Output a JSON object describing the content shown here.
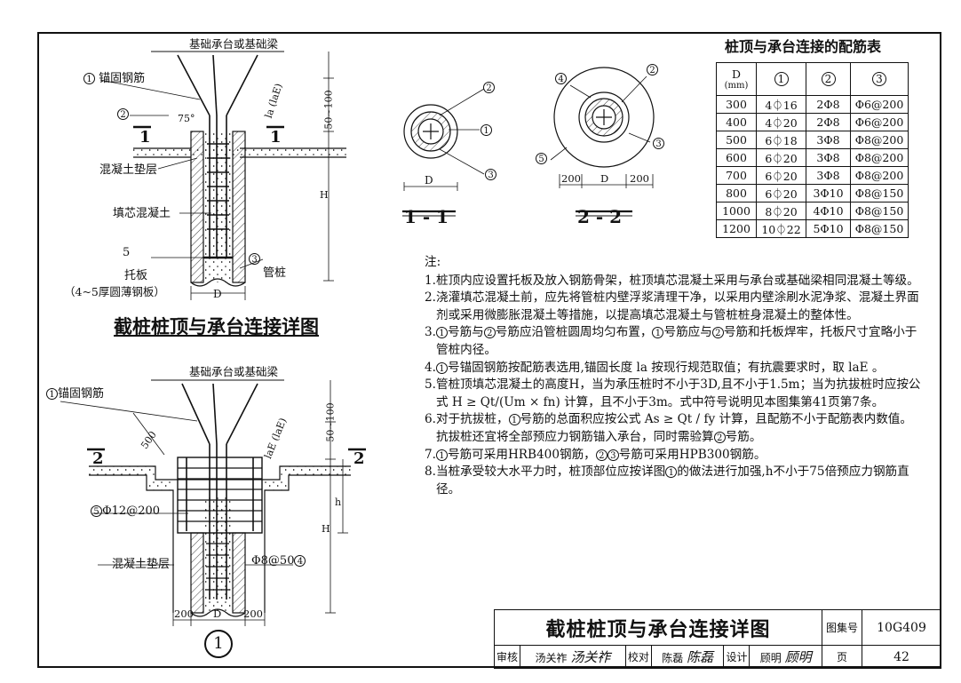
{
  "detail_top": {
    "title": "截桩桩顶与承台连接详图",
    "labels": {
      "cap": "基础承台或基础梁",
      "anchor_bar": "锚固钢筋",
      "cushion": "混凝土垫层",
      "core_concrete": "填芯混凝土",
      "plate": "托板",
      "plate_note": "（4~5厚圆薄钢板）",
      "pipe_pile": "管桩",
      "angle": "75°",
      "anchor_len": "la (laE)",
      "dim_50_100": "50~100",
      "dim_h": "H",
      "dim_d": "D",
      "section": "1",
      "num_1": "1",
      "num_2": "2",
      "num_3": "3",
      "num_5": "5"
    }
  },
  "detail_bottom": {
    "labels": {
      "cap": "基础承台或基础梁",
      "anchor_bar": "锚固钢筋",
      "dim_500": "500",
      "anchor_len": "laE (laE)",
      "dim_50_100": "50~100",
      "spiral": "Φ12@200",
      "stirrup": "Φ8@50",
      "cushion": "混凝土垫层",
      "dim_h_small": "h",
      "dim_h": "H",
      "dim_200_left": "200",
      "dim_d": "D",
      "dim_200_right": "200",
      "section": "2",
      "detail_number": "1",
      "num_1": "1",
      "num_4": "4",
      "num_5": "5"
    }
  },
  "sections": {
    "s1_label": "1 - 1",
    "s2_label": "2 - 2",
    "dim_d": "D",
    "dim_200": "200",
    "num_1": "1",
    "num_2": "2",
    "num_3": "3",
    "num_4": "4",
    "num_5": "5"
  },
  "rebar_table": {
    "title": "桩顶与承台连接的配筋表",
    "header": {
      "d": "D",
      "unit": "(mm)",
      "c1": "1",
      "c2": "2",
      "c3": "3"
    },
    "rows": [
      [
        "300",
        "4⏀16",
        "2Φ8",
        "Φ6@200"
      ],
      [
        "400",
        "4⏀20",
        "2Φ8",
        "Φ6@200"
      ],
      [
        "500",
        "6⏀18",
        "3Φ8",
        "Φ8@200"
      ],
      [
        "600",
        "6⏀20",
        "3Φ8",
        "Φ8@200"
      ],
      [
        "700",
        "6⏀20",
        "3Φ8",
        "Φ8@200"
      ],
      [
        "800",
        "6⏀20",
        "3Φ10",
        "Φ8@150"
      ],
      [
        "1000",
        "8⏀20",
        "4Φ10",
        "Φ8@150"
      ],
      [
        "1200",
        "10⏀22",
        "5Φ10",
        "Φ8@150"
      ]
    ]
  },
  "notes": {
    "heading": "注:",
    "n1_num": "1.",
    "n1": "桩顶内应设置托板及放入钢筋骨架，桩顶填芯混凝土采用与承台或基础梁相同混凝土等级。",
    "n2_num": "2.",
    "n2": "浇灌填芯混凝土前，应先将管桩内壁浮浆清理干净，以采用内壁涂刷水泥净浆、混凝土界面剂或采用微膨胀混凝土等措施，以提高填芯混凝土与管桩桩身混凝土的整体性。",
    "n3_num": "3.",
    "n3_a": "号筋与",
    "n3_b": "号筋应沿管桩圆周均匀布置，",
    "n3_c": "号筋应与",
    "n3_d": "号筋和托板焊牢，托板尺寸宜略小于管桩内径。",
    "n4_num": "4.",
    "n4_a": "号锚固钢筋按配筋表选用,锚固长度 la 按现行规范取值；有抗震要求时，取 laE 。",
    "n5_num": "5.",
    "n5": "管桩顶填芯混凝土的高度H，当为承压桩时不小于3D,且不小于1.5m；当为抗拔桩时应按公式 H ≥ Qt/(Um × fn) 计算，且不小于3m。式中符号说明见本图集第41页第7条。",
    "n6_num": "6.",
    "n6_a": "对于抗拔桩，",
    "n6_b": "号筋的总面积应按公式 As ≥ Qt / fy 计算，且配筋不小于配筋表内数值。抗拔桩还宜将全部预应力钢筋锚入承台，同时需验算",
    "n6_c": "号筋。",
    "n7_num": "7.",
    "n7_a": "号筋可采用HRB400钢筋，",
    "n7_b": "号筋可采用HPB300钢筋。",
    "n8_num": "8.",
    "n8": "当桩承受较大水平力时，桩顶部位应按详图",
    "n8_b": "的做法进行加强,h不小于75倍预应力钢筋直径。",
    "c1": "1",
    "c2": "2",
    "c3": "3"
  },
  "title_block": {
    "title": "截桩桩顶与承台连接详图",
    "atlas_label": "图集号",
    "atlas_no": "10G409",
    "review_label": "审核",
    "reviewer": "汤关祚",
    "reviewer_sig": "汤关祚",
    "check_label": "校对",
    "checker": "陈磊",
    "checker_sig": "陈磊",
    "design_label": "设计",
    "designer": "顾明",
    "designer_sig": "顾明",
    "page_label": "页",
    "page_no": "42"
  }
}
